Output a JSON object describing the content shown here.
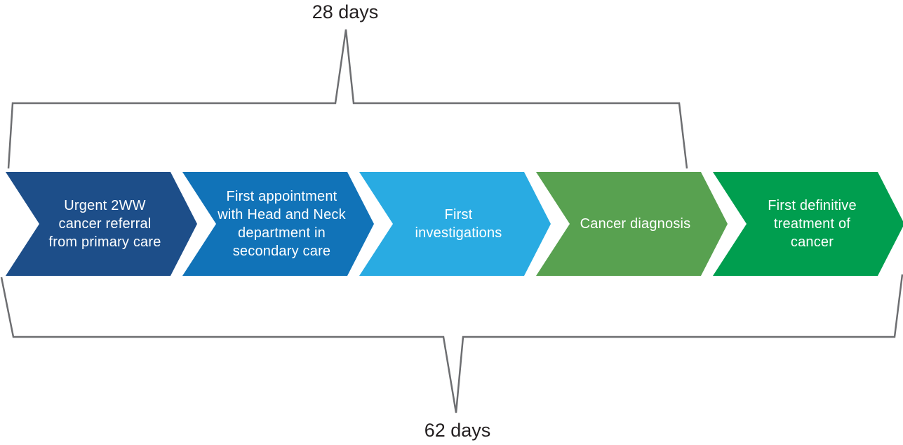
{
  "diagram": {
    "type": "process-flow-timeline",
    "steps_count": 5
  },
  "durations": {
    "referral_to_diagnosis": "28 days",
    "referral_to_treatment": "62 days"
  },
  "chevrons": [
    {
      "text": "Urgent 2WW cancer referral from primary care",
      "lines": [
        "Urgent 2WW",
        "cancer referral",
        "from primary care"
      ],
      "color": "#1d4e89"
    },
    {
      "text": "First appointment with Head and Neck department in secondary care",
      "lines": [
        "First appointment",
        "with Head and Neck",
        "department in",
        "secondary care"
      ],
      "color": "#1173b8"
    },
    {
      "text": "First investigations",
      "lines": [
        "First",
        "investigations"
      ],
      "color": "#29abe2"
    },
    {
      "text": "Cancer diagnosis",
      "lines": [
        "Cancer diagnosis"
      ],
      "color": "#58a150"
    },
    {
      "text": "First definitive treatment of cancer",
      "lines": [
        "First definitive",
        "treatment of",
        "cancer"
      ],
      "color": "#009e4f"
    }
  ],
  "colors": {
    "bracket_line": "#6d6e71",
    "duration_text": "#231f20",
    "chevron_text": "#ffffff",
    "background": "#ffffff"
  }
}
